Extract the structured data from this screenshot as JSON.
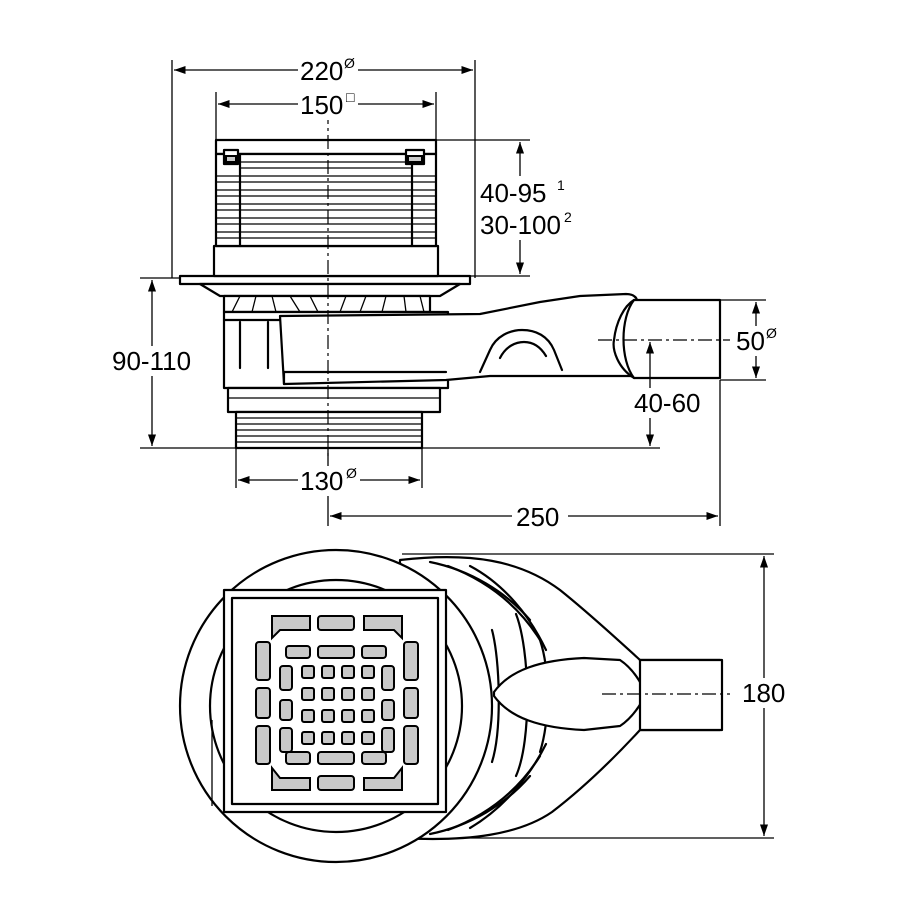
{
  "side_view": {
    "dims": {
      "top_diameter": "220",
      "top_diameter_mark": "Ø",
      "grate_width": "150",
      "grate_width_mark": "□",
      "height_range_1": "40-95",
      "height_range_1_sup": "1",
      "height_range_2": "30-100",
      "height_range_2_sup": "2",
      "body_height": "90-110",
      "outlet_diameter": "50",
      "outlet_diameter_mark": "Ø",
      "outlet_height": "40-60",
      "bottom_diameter": "130",
      "bottom_diameter_mark": "Ø",
      "length": "250"
    }
  },
  "top_view": {
    "dims": {
      "width": "180"
    }
  }
}
